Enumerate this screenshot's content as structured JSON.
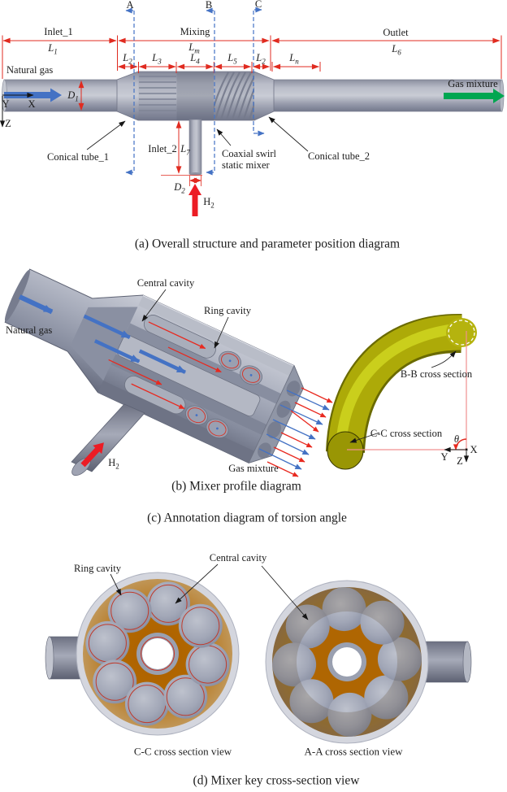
{
  "colors": {
    "dimension_red": "#e02b20",
    "section_blue": "#4472c4",
    "flow_blue": "#4472c4",
    "flow_red": "#e8291f",
    "gas_mixture_green": "#00a651",
    "h2_red": "#ec1c24",
    "body_gray": "#a9aebc",
    "tube_yellow": "#adaa08",
    "cavity_orange": "#b06000",
    "axis_red": "#f09090",
    "text_black": "#1c1c1c"
  },
  "panel_a": {
    "caption": "(a) Overall structure and parameter position diagram",
    "section_marks": {
      "a": "A",
      "b": "B",
      "c": "C"
    },
    "regions": {
      "inlet1": "Inlet_1",
      "mixing": "Mixing",
      "outlet": "Outlet"
    },
    "dims": {
      "l1": {
        "base": "L",
        "sub": "1"
      },
      "lm": {
        "base": "L",
        "sub": "m"
      },
      "l6": {
        "base": "L",
        "sub": "6"
      },
      "l2": {
        "base": "L",
        "sub": "2"
      },
      "l3": {
        "base": "L",
        "sub": "3"
      },
      "l4": {
        "base": "L",
        "sub": "4"
      },
      "l5": {
        "base": "L",
        "sub": "5"
      },
      "l2b": {
        "base": "L",
        "sub": "2"
      },
      "ln": {
        "base": "L",
        "sub": "n"
      },
      "l7": {
        "base": "L",
        "sub": "7"
      },
      "d1": {
        "base": "D",
        "sub": "1"
      },
      "d2": {
        "base": "D",
        "sub": "2"
      }
    },
    "flow_labels": {
      "natural_gas": "Natural gas",
      "gas_mixture": "Gas mixture"
    },
    "h2": {
      "base": "H",
      "sub": "2"
    },
    "part_labels": {
      "inlet2": "Inlet_2",
      "conical_tube_1": "Conical tube_1",
      "conical_tube_2": "Conical tube_2",
      "coaxial_line1": "Coaxial swirl",
      "coaxial_line2": "static mixer"
    },
    "axes": {
      "x": "X",
      "y": "Y",
      "z": "Z"
    }
  },
  "panel_b": {
    "caption": "(b) Mixer profile diagram",
    "labels": {
      "central_cavity": "Central cavity",
      "ring_cavity": "Ring cavity",
      "natural_gas": "Natural gas",
      "gas_mixture": "Gas mixture"
    },
    "h2": {
      "base": "H",
      "sub": "2"
    }
  },
  "panel_c": {
    "caption": "(c) Annotation diagram of torsion angle",
    "labels": {
      "bb_section": "B-B cross section",
      "cc_section": "C-C cross section",
      "theta": "θ"
    },
    "axes": {
      "x": "X",
      "y": "Y",
      "z": "Z"
    }
  },
  "panel_d": {
    "caption": "(d) Mixer key cross-section view",
    "labels": {
      "ring_cavity": "Ring cavity",
      "central_cavity": "Central cavity"
    },
    "sub_captions": {
      "cc_view": "C-C cross section view",
      "aa_view": "A-A cross section view"
    }
  }
}
